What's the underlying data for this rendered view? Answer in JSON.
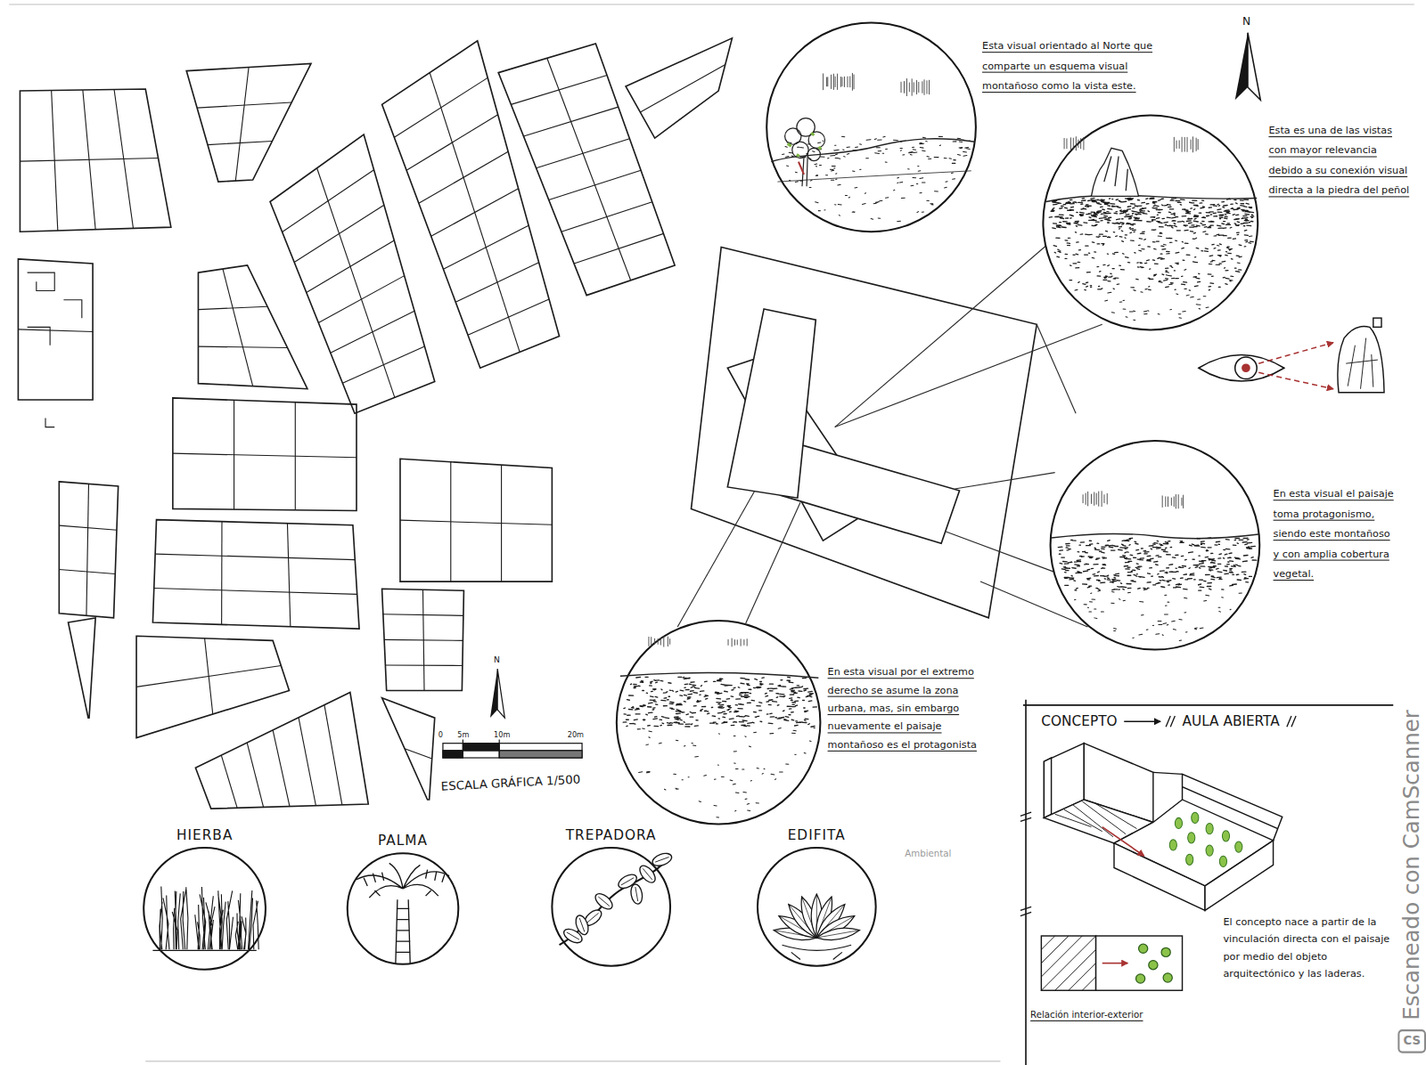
{
  "diagram": {
    "nodes": [
      {
        "text": [
          "HIERBA"
        ]
      },
      {
        "text": [
          "PALMA"
        ]
      },
      {
        "text": [
          "TREPADORA"
        ]
      },
      {
        "text": [
          "EDIFITA"
        ]
      },
      {
        "text": [
          "CONCEPTO",
          "AULA ABIERTA",
          "El concepto nace a partir de la vinculación directa con el paisaje por medio del objeto arquitectónico y las laderas.",
          "Relación interior-exterior"
        ]
      }
    ],
    "labels": [
      "Esta visual orientado al Norte que comparte un esquema visual montañoso como la vista este.",
      "Esta es una de las vistas con mayor relevancia debido a su conexión visual directa a la piedra del peñol",
      "En esta visual el paisaje toma protagonismo, siendo este montañoso y con amplia cobertura vegetal.",
      "En esta visual por el extremo derecho se asume la zona urbana, mas, sin embargo nuevamente el paisaje montañoso es el protagonista",
      "N",
      "N",
      "0",
      "5m",
      "10m",
      "20m",
      "ESCALA GRÁFICA 1/500",
      "Ambiental",
      "Escaneado con CamScanner",
      "CS"
    ]
  }
}
